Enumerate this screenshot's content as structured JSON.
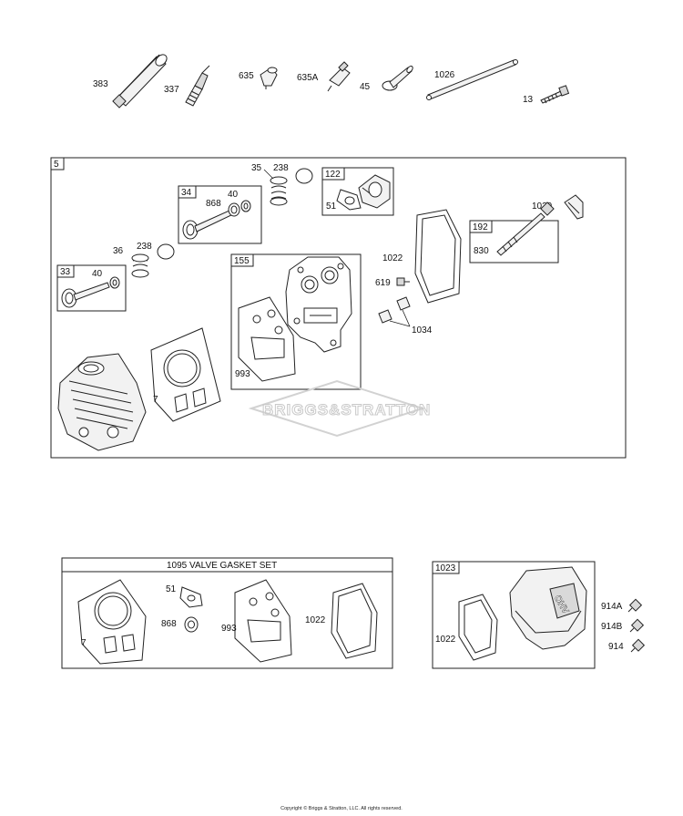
{
  "labels": {
    "p383": "383",
    "p337": "337",
    "p635": "635",
    "p635A": "635A",
    "p45": "45",
    "p1026": "1026",
    "p13": "13",
    "p35": "35",
    "p238a": "238",
    "p238b": "238",
    "p36": "36",
    "p40a": "40",
    "p40b": "40",
    "p868a": "868",
    "p51a": "51",
    "p1029": "1029",
    "p830": "830",
    "p1022a": "1022",
    "p619": "619",
    "p1034": "1034",
    "p993a": "993",
    "p7a": "7",
    "p51b": "51",
    "p868b": "868",
    "p993b": "993",
    "p1022b": "1022",
    "p7b": "7",
    "p1022c": "1022",
    "p914A": "914A",
    "p914B": "914B",
    "p914": "914"
  },
  "boxes": {
    "b5": "5",
    "b34": "34",
    "b122": "122",
    "b33": "33",
    "b155": "155",
    "b192": "192",
    "b1095": "1095 VALVE GASKET SET",
    "b1023": "1023"
  },
  "cover_marking": "OHV",
  "watermark": "BRIGGS&STRATTON",
  "copyright": "Copyright © Briggs & Stratton, LLC. All rights reserved."
}
